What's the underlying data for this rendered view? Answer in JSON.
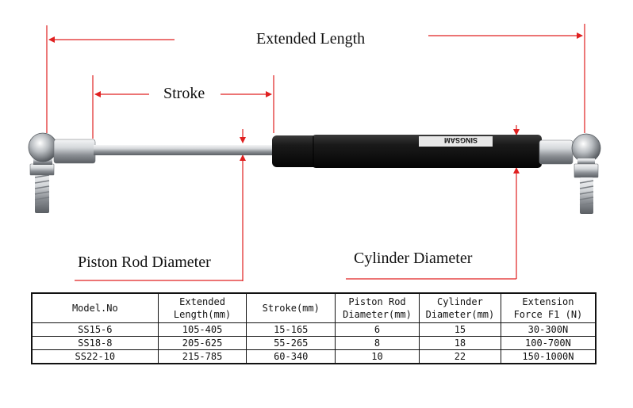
{
  "labels": {
    "extended_length": "Extended Length",
    "stroke": "Stroke",
    "piston_rod_diameter": "Piston Rod Diameter",
    "cylinder_diameter": "Cylinder Diameter"
  },
  "product": {
    "brand_mark": "SINGSAM"
  },
  "colors": {
    "dimension_arrow": "#e02020",
    "cylinder": "#141414",
    "rod": "#c9ccd0"
  },
  "table": {
    "headers": [
      [
        "Model.No"
      ],
      [
        "Extended",
        "Length(mm)"
      ],
      [
        "Stroke(mm)"
      ],
      [
        "Piston Rod",
        "Diameter(mm)"
      ],
      [
        "Cylinder",
        "Diameter(mm)"
      ],
      [
        "Extension",
        "Force F1 (N)"
      ]
    ],
    "rows": [
      [
        "SS15-6",
        "105-405",
        "15-165",
        "6",
        "15",
        "30-300N"
      ],
      [
        "SS18-8",
        "205-625",
        "55-265",
        "8",
        "18",
        "100-700N"
      ],
      [
        "SS22-10",
        "215-785",
        "60-340",
        "10",
        "22",
        "150-1000N"
      ]
    ]
  }
}
